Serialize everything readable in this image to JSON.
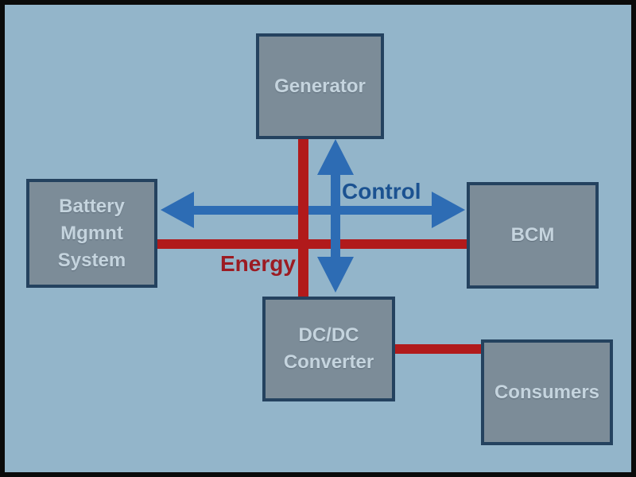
{
  "colors": {
    "background": "#93b5ca",
    "frame": "#0b0b0b",
    "node_fill": "#7c8c98",
    "node_border": "#24425f",
    "node_text": "#c5d4de",
    "energy": "#b11a1b",
    "control": "#2d6cb4",
    "control_label_text": "#1b5291",
    "energy_label_text": "#9c1b22"
  },
  "diagram": {
    "nodes": [
      {
        "id": "generator",
        "label": "Generator"
      },
      {
        "id": "battery-mgmnt-system",
        "lines": [
          "Battery",
          "Mgmnt",
          "System"
        ]
      },
      {
        "id": "bcm",
        "label": "BCM"
      },
      {
        "id": "dcdc-converter",
        "lines": [
          "DC/DC",
          "Converter"
        ]
      },
      {
        "id": "consumers",
        "label": "Consumers"
      }
    ],
    "labels": {
      "control": "Control",
      "energy": "Energy"
    },
    "edges": [
      {
        "type": "energy",
        "from": "generator",
        "to": "dcdc-converter"
      },
      {
        "type": "energy",
        "from": "battery-mgmnt-system",
        "to": "bcm"
      },
      {
        "type": "energy",
        "from": "dcdc-converter",
        "to": "consumers"
      },
      {
        "type": "control",
        "from": "generator",
        "to": "dcdc-converter",
        "arrows": "both"
      },
      {
        "type": "control",
        "from": "battery-mgmnt-system",
        "to": "bcm",
        "arrows": "both"
      }
    ]
  }
}
